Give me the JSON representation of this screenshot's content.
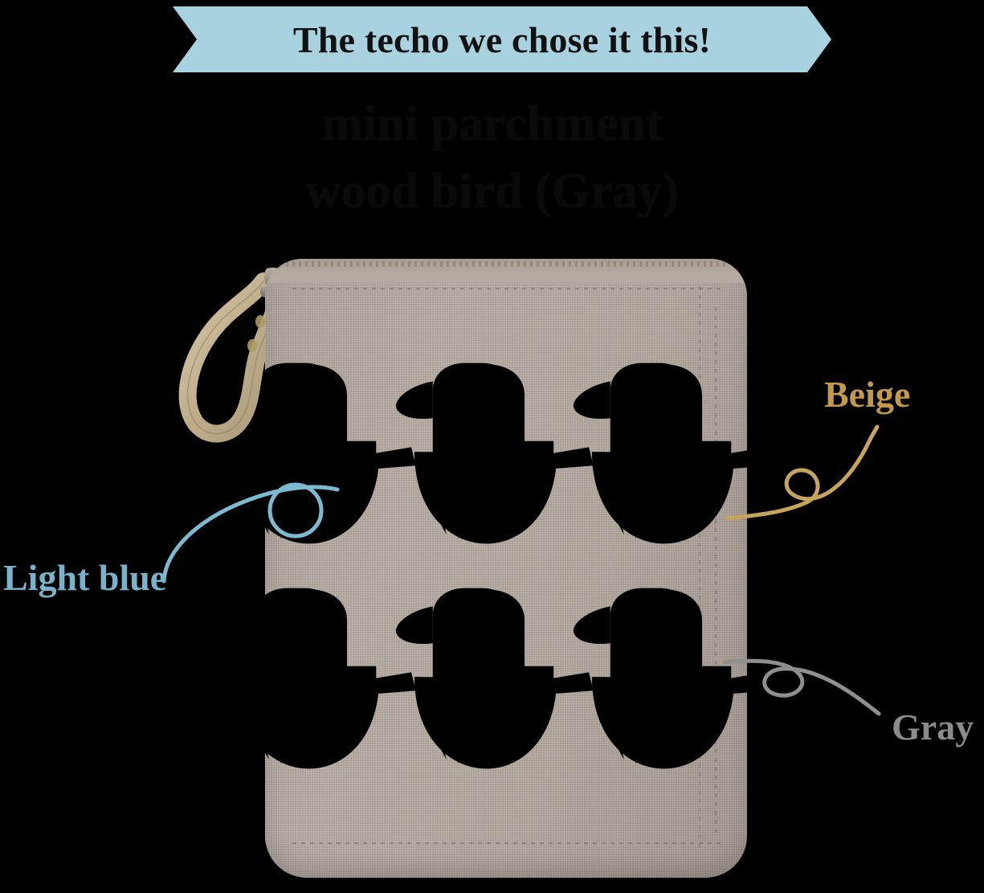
{
  "banner": {
    "text": "The techo we chose it this!",
    "bg_color": "#a9d2e0",
    "text_color": "#111111"
  },
  "product": {
    "title_line1": "mini parchment",
    "title_line2": "wood bird (Gray)",
    "title_color": "#0a0a0a",
    "fabric_color": "#b5aaa1",
    "photo_alt": "gray linen zip pouch with embroidered bird pattern"
  },
  "callouts": [
    {
      "id": "light-blue",
      "label": "Light blue",
      "color": "#79b2c9",
      "swatch": "#9cc4d6"
    },
    {
      "id": "beige",
      "label": "Beige",
      "color": "#c39a4c",
      "swatch": "#c99a5e"
    },
    {
      "id": "gray",
      "label": "Gray",
      "color": "#8c8c8c",
      "swatch": "#9a9a98"
    }
  ],
  "palette": {
    "light_blue": "#9cc4d6",
    "beige": "#c99a5e",
    "olive": "#c3bc2a",
    "cream": "#e5dfd3",
    "white": "#f0ece3",
    "outline": "#17181a",
    "linen": "#b5aaa1",
    "leather": "#c8b99c"
  },
  "pattern": {
    "description": "repeating embroidered bird motif",
    "rows": [
      [
        {
          "body": "cream",
          "wing": "beige",
          "beak": "beige"
        },
        {
          "body": "light_blue",
          "wing": "olive",
          "beak": "white"
        },
        {
          "body": "beige",
          "wing": "white",
          "beak": "light_blue"
        },
        {
          "body": "beige",
          "wing": "white",
          "beak": "light_blue"
        }
      ],
      [
        {
          "body": "olive",
          "wing": "light_blue",
          "beak": "light_blue"
        },
        {
          "body": "cream",
          "wing": "beige",
          "beak": "olive"
        },
        {
          "body": "light_blue",
          "wing": "olive",
          "beak": "white"
        },
        {
          "body": "light_blue",
          "wing": "olive",
          "beak": "white"
        }
      ]
    ]
  }
}
